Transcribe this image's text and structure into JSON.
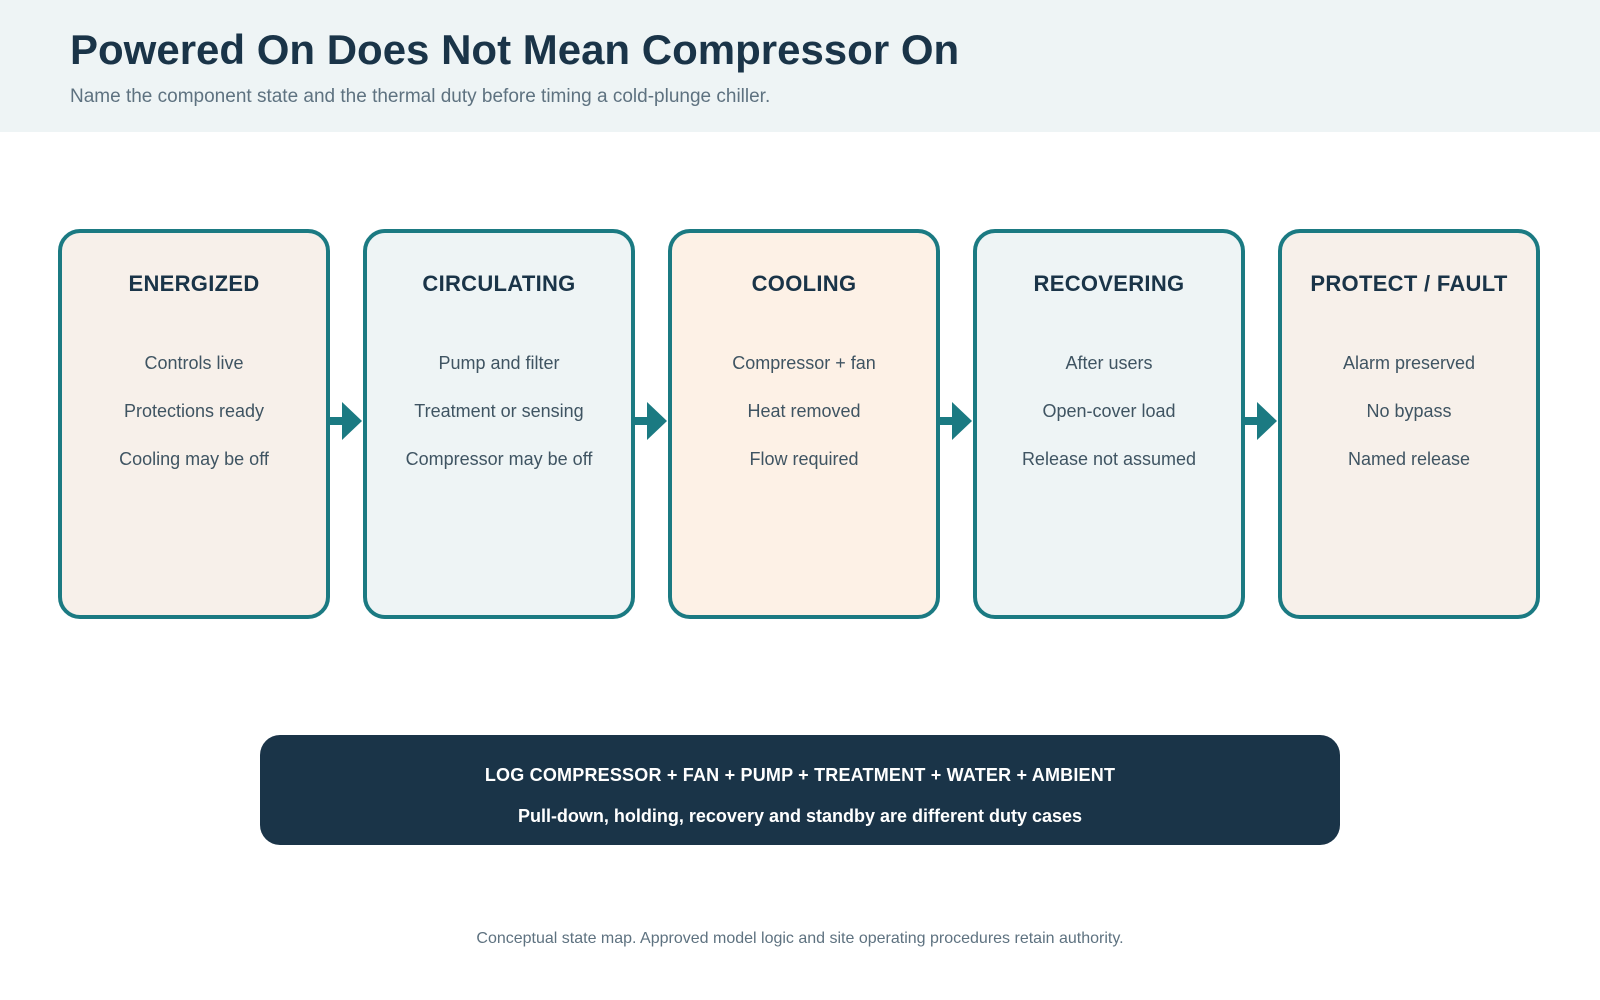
{
  "header": {
    "title": "Powered On Does Not Mean Compressor On",
    "subtitle": "Name the component state and the thermal duty before timing a cold-plunge chiller."
  },
  "colors": {
    "accent": "#1b7a82",
    "navy": "#1a3448",
    "header_bg": "#eef4f5",
    "card_beige": "#f7f0ea",
    "card_mint": "#eef4f5",
    "card_peach": "#fdf1e6"
  },
  "states": [
    {
      "title": "ENERGIZED",
      "lines": [
        "Controls live",
        "Protections ready",
        "Cooling may be off"
      ],
      "fill": "#f7f0ea"
    },
    {
      "title": "CIRCULATING",
      "lines": [
        "Pump and filter",
        "Treatment or sensing",
        "Compressor may be off"
      ],
      "fill": "#eef4f5"
    },
    {
      "title": "COOLING",
      "lines": [
        "Compressor + fan",
        "Heat removed",
        "Flow required"
      ],
      "fill": "#fdf1e6"
    },
    {
      "title": "RECOVERING",
      "lines": [
        "After users",
        "Open-cover load",
        "Release not assumed"
      ],
      "fill": "#eef4f5"
    },
    {
      "title": "PROTECT / FAULT",
      "lines": [
        "Alarm preserved",
        "No bypass",
        "Named release"
      ],
      "fill": "#f7f0ea"
    }
  ],
  "banner": {
    "main": "LOG COMPRESSOR + FAN + PUMP + TREATMENT + WATER + AMBIENT",
    "sub": "Pull-down, holding, recovery and standby are different duty cases"
  },
  "footer": "Conceptual state map. Approved model logic and site operating procedures retain authority."
}
